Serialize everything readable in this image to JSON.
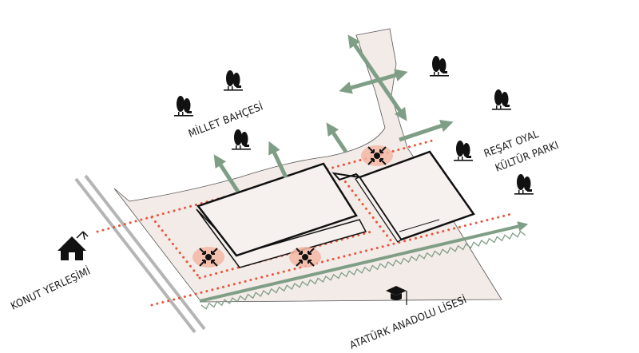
{
  "labels": {
    "millet": "MİLLET BAHÇESİ",
    "resat_1": "REŞAT OYAL",
    "resat_2": "KÜLTÜR PARKI",
    "konut": "KONUT YERLEŞİMİ",
    "lise": "ATATÜRK ANADOLU LİSESİ"
  },
  "colors": {
    "site": "#f3ebe8",
    "arrow": "#7f9e86",
    "dots": "#e8553a",
    "hotspot": "#f2b7a5",
    "road": "#b5b5b5",
    "ink": "#111111"
  },
  "icons": [
    "tree-icon",
    "house-icon",
    "graduation-cap-icon",
    "convergence-hotspot-icon"
  ]
}
